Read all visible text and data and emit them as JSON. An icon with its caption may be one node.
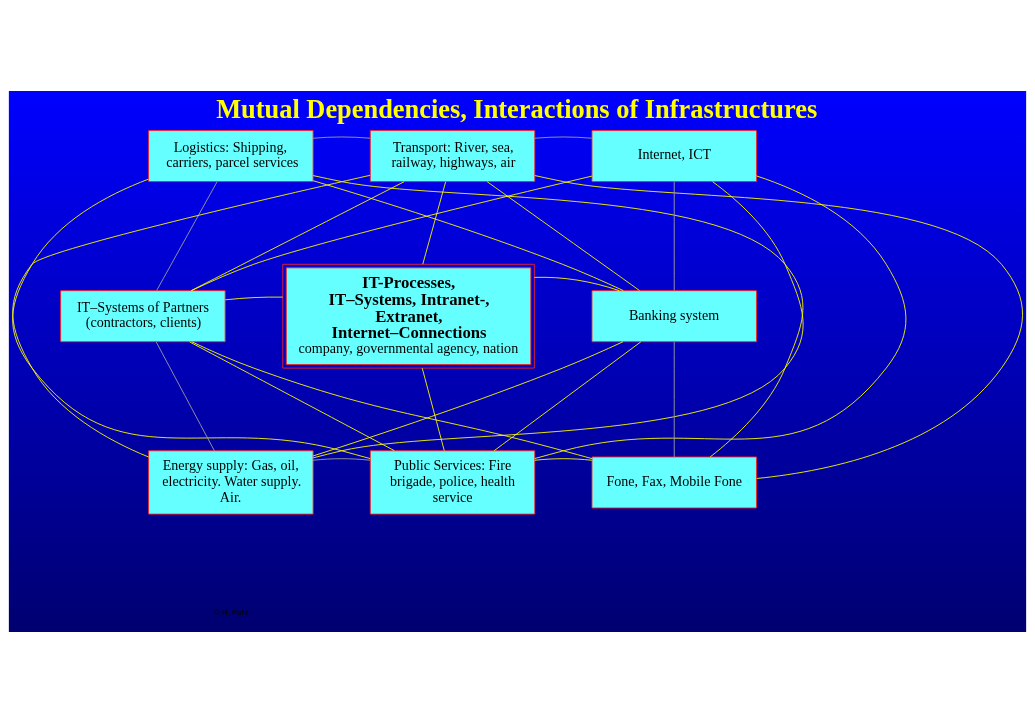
{
  "diagram": {
    "title": "Mutual Dependencies, Interactions of Infrastructures",
    "nodes": [
      {
        "text": [
          "Logistics: Shipping, carriers, parcel services"
        ]
      },
      {
        "text": [
          "Transport: River, sea, railway, highways, air"
        ]
      },
      {
        "text": [
          "Internet, ICT"
        ]
      },
      {
        "text": [
          "IT–Systems of Partners (contractors, clients)"
        ]
      },
      {
        "text": [
          "IT-Processes, IT–Systems, Intranet-, Extranet, Internet–Connections",
          "company, governmental agency, nation"
        ]
      },
      {
        "text": [
          "Banking system"
        ]
      },
      {
        "text": [
          "Energy supply: Gas, oil, electricity. Water supply. Air."
        ]
      },
      {
        "text": [
          "Public Services: Fire brigade, police, health service"
        ]
      },
      {
        "text": [
          "Fone, Fax, Mobile Fone"
        ]
      }
    ],
    "edges": [
      {
        "from": 0,
        "to": 1,
        "arrow": "none",
        "color": "#a0a0a0"
      },
      {
        "from": 1,
        "to": 2,
        "arrow": "none",
        "color": "#a0a0a0"
      },
      {
        "from": 0,
        "to": 3,
        "arrow": "none",
        "color": "#a0a0a0"
      },
      {
        "from": 2,
        "to": 5,
        "arrow": "none",
        "color": "#a0a0a0"
      },
      {
        "from": 3,
        "to": 6,
        "arrow": "none",
        "color": "#a0a0a0"
      },
      {
        "from": 5,
        "to": 8,
        "arrow": "none",
        "color": "#a0a0a0"
      },
      {
        "from": 6,
        "to": 7,
        "arrow": "none",
        "color": "#a0a0a0"
      },
      {
        "from": 7,
        "to": 8,
        "arrow": "none"
      },
      {
        "from": 3,
        "to": 4,
        "arrow": "none"
      },
      {
        "from": 4,
        "to": 5,
        "arrow": "none"
      },
      {
        "from": 1,
        "to": 4,
        "arrow": "none"
      },
      {
        "from": 4,
        "to": 7,
        "arrow": "none"
      },
      {
        "from": 0,
        "to": 5,
        "arrow": "none"
      },
      {
        "from": 0,
        "to": 7,
        "arrow": "none"
      },
      {
        "from": 0,
        "to": 8,
        "arrow": "none"
      },
      {
        "from": 1,
        "to": 3,
        "arrow": "none"
      },
      {
        "from": 1,
        "to": 5,
        "arrow": "none"
      },
      {
        "from": 1,
        "to": 6,
        "arrow": "none"
      },
      {
        "from": 1,
        "to": 8,
        "arrow": "none"
      },
      {
        "from": 2,
        "to": 3,
        "arrow": "none"
      },
      {
        "from": 2,
        "to": 6,
        "arrow": "none"
      },
      {
        "from": 2,
        "to": 7,
        "arrow": "none"
      },
      {
        "from": 3,
        "to": 7,
        "arrow": "none"
      },
      {
        "from": 3,
        "to": 8,
        "arrow": "none"
      },
      {
        "from": 5,
        "to": 6,
        "arrow": "none"
      },
      {
        "from": 5,
        "to": 7,
        "arrow": "none"
      }
    ],
    "labels": [
      "© H. Pohl"
    ]
  }
}
